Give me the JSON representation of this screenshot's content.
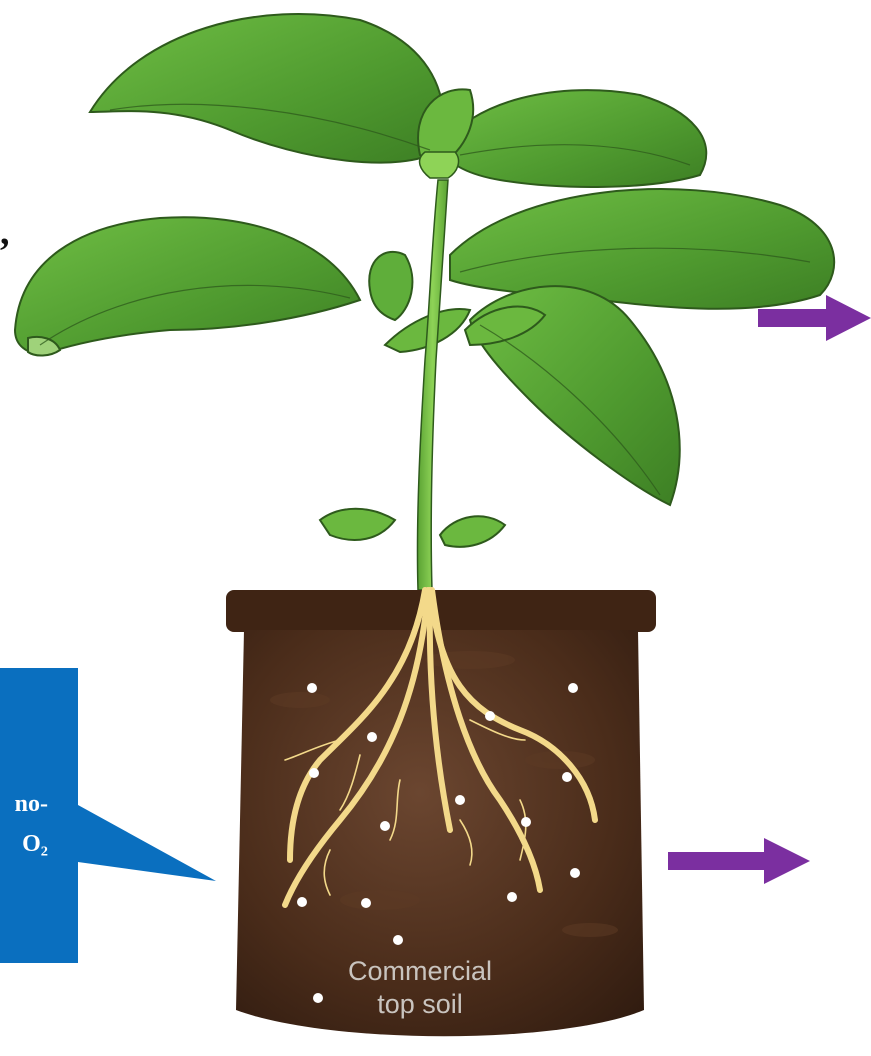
{
  "left_fragment": {
    "comma": ",",
    "callout_line1": "no-",
    "callout_line2": "O₂"
  },
  "pot": {
    "label_line1": "Commercial",
    "label_line2": "top soil"
  },
  "colors": {
    "callout_blue": "#0a6fbf",
    "arrow_purple": "#7b2fa0",
    "leaf_green": "#5fae3a",
    "leaf_outline": "#2e5a1c",
    "stem_green": "#7cc447",
    "soil_brown": "#4a2a17",
    "root_cream": "#f3d98a",
    "particle_white": "#ffffff"
  },
  "icons": {
    "arrow_upper": "right-arrow-icon",
    "arrow_lower": "right-arrow-icon"
  }
}
